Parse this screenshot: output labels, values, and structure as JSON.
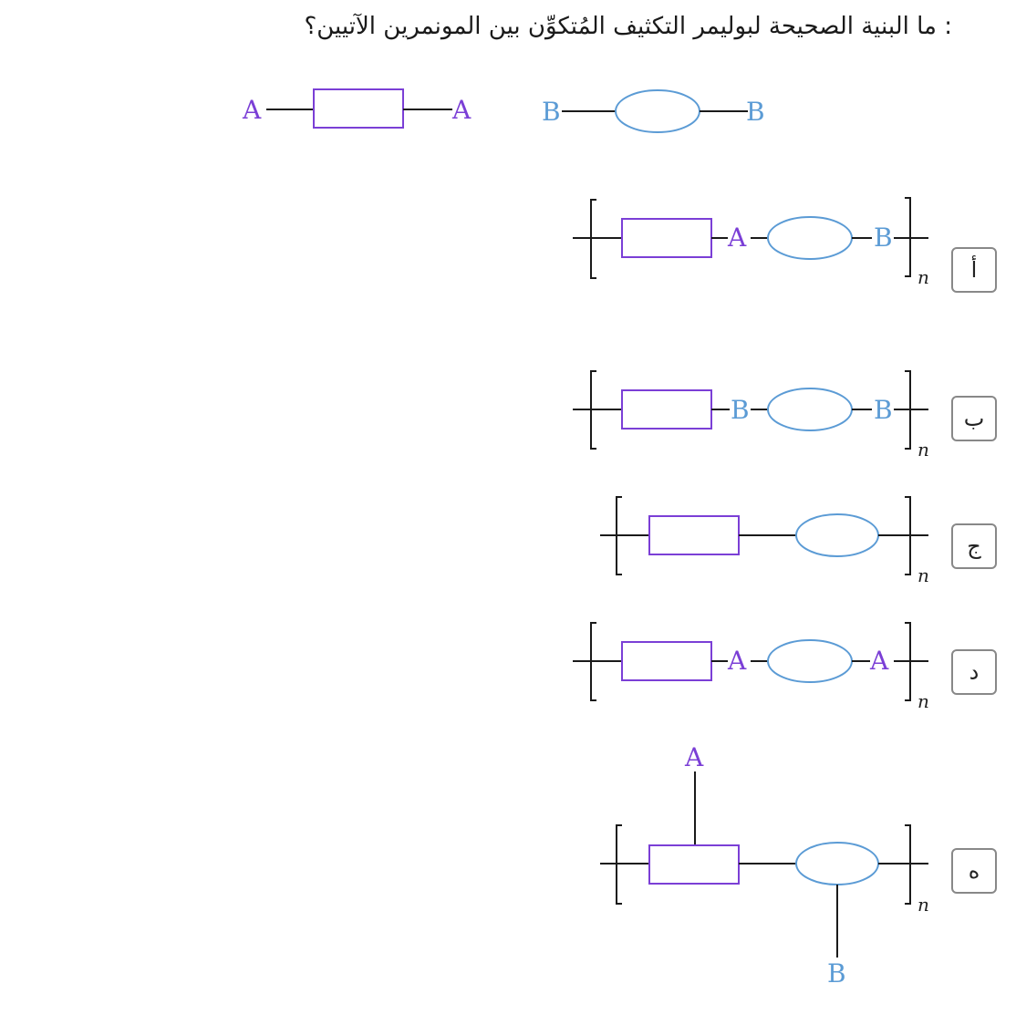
{
  "question": ": ما البنية الصحيحة لبوليمر التكثيف المُتكوِّن بين المونمرين الآتيين؟",
  "colors": {
    "purple": "#7b3fd6",
    "blue": "#5b9bd5",
    "line": "#1a1a1a"
  },
  "monomers": {
    "a": {
      "left": "A",
      "right": "A"
    },
    "b": {
      "left": "B",
      "right": "B"
    }
  },
  "repeat_subscript": "n",
  "options": [
    {
      "key": "a",
      "label": "أ",
      "first_link": "A",
      "end_label": "B"
    },
    {
      "key": "b",
      "label": "ب",
      "first_link": "B",
      "end_label": "B"
    },
    {
      "key": "c",
      "label": "ج"
    },
    {
      "key": "d",
      "label": "د",
      "first_link": "A",
      "end_label": "A"
    },
    {
      "key": "e",
      "label": "ه",
      "top_branch": "A",
      "bottom_branch": "B"
    }
  ]
}
